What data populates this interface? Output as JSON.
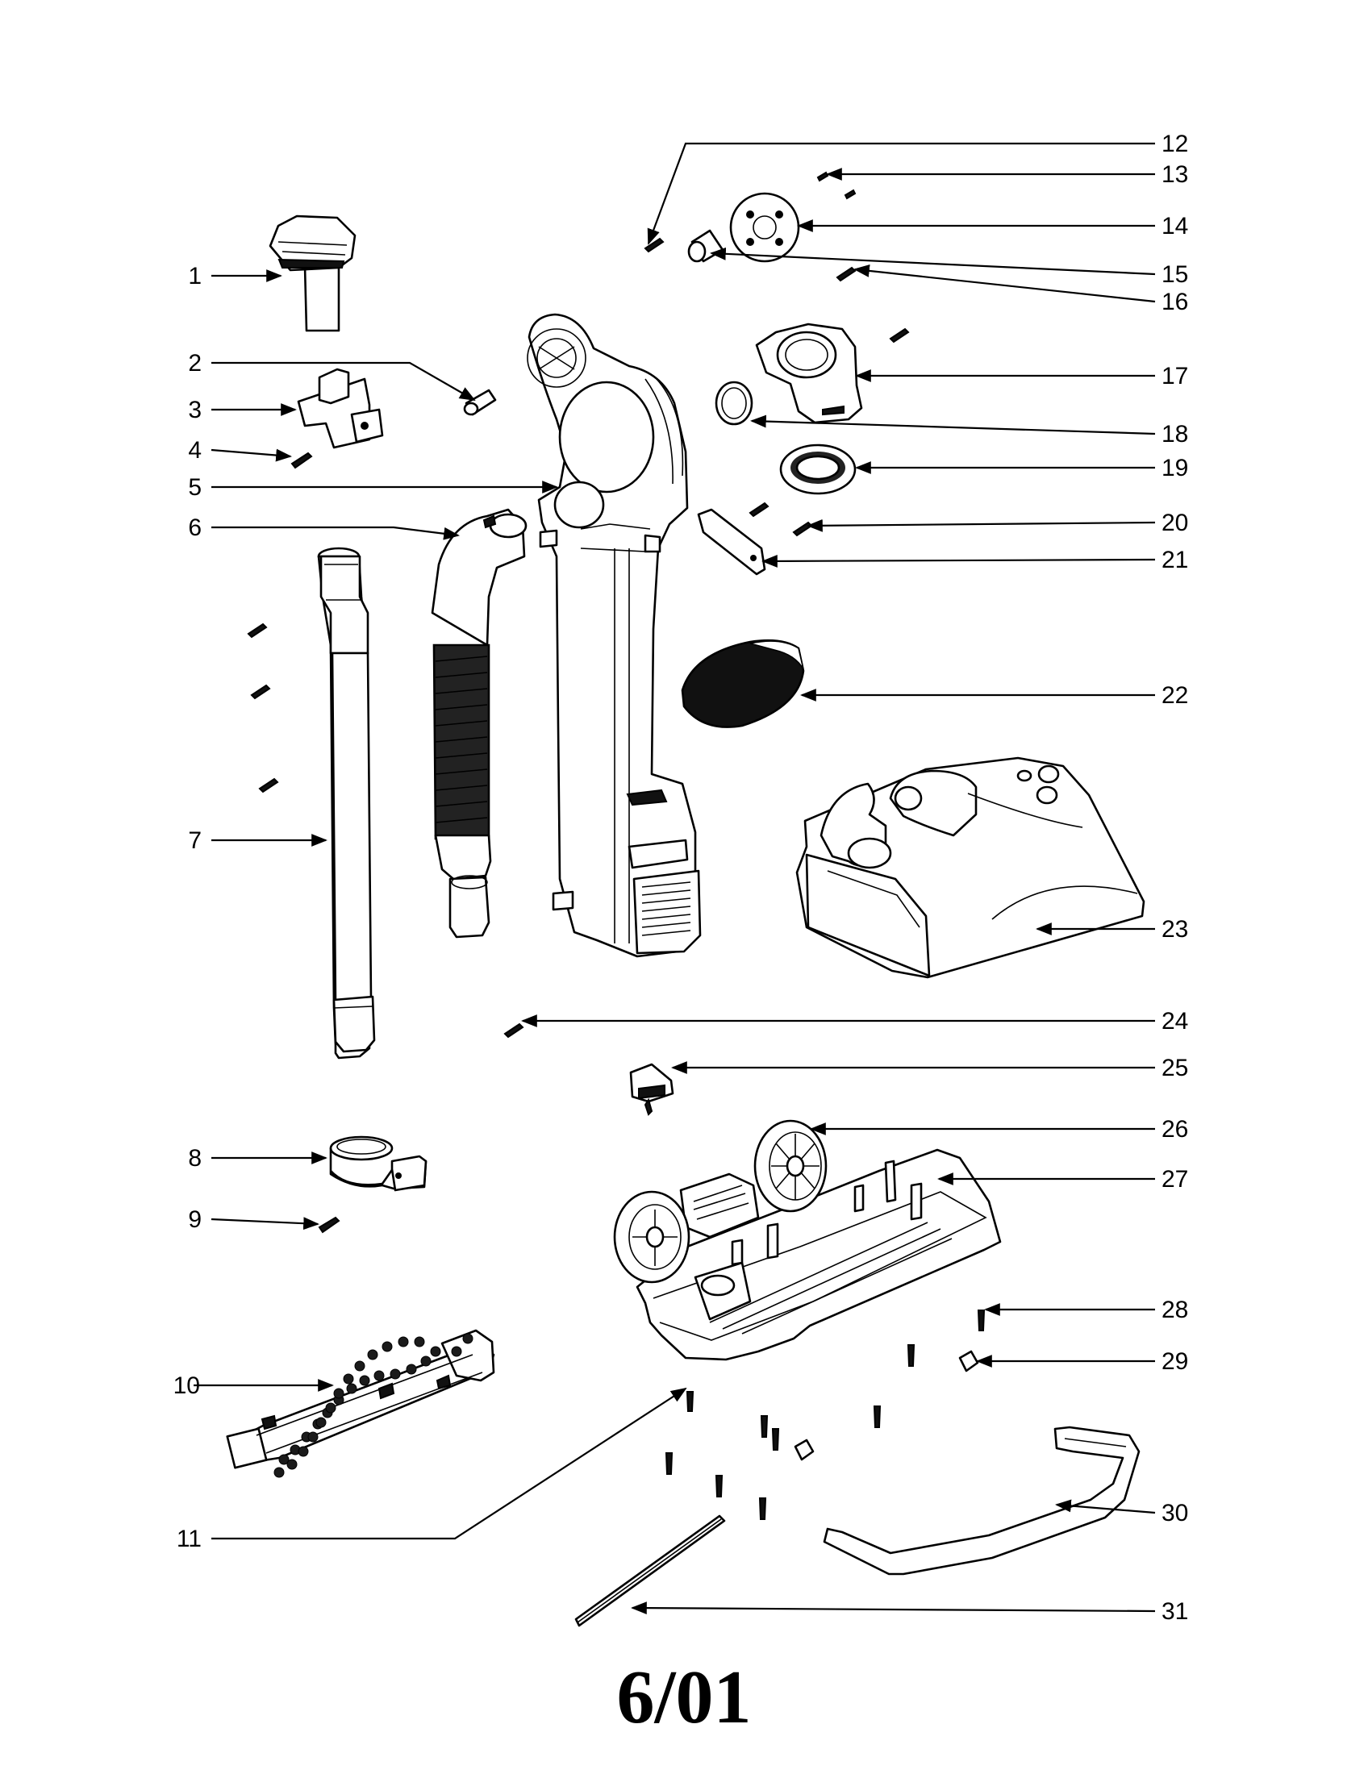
{
  "diagram": {
    "type": "exploded parts diagram",
    "callouts": {
      "c1": "1",
      "c2": "2",
      "c3": "3",
      "c4": "4",
      "c5": "5",
      "c6": "6",
      "c7": "7",
      "c8": "8",
      "c9": "9",
      "c10": "10",
      "c11": "11",
      "c12": "12",
      "c13": "13",
      "c14": "14",
      "c15": "15",
      "c16": "16",
      "c17": "17",
      "c18": "18",
      "c19": "19",
      "c20": "20",
      "c21": "21",
      "c22": "22",
      "c23": "23",
      "c24": "24",
      "c25": "25",
      "c26": "26",
      "c27": "27",
      "c28": "28",
      "c29": "29",
      "c30": "30",
      "c31": "31"
    }
  },
  "footer": {
    "date": "6/01"
  }
}
